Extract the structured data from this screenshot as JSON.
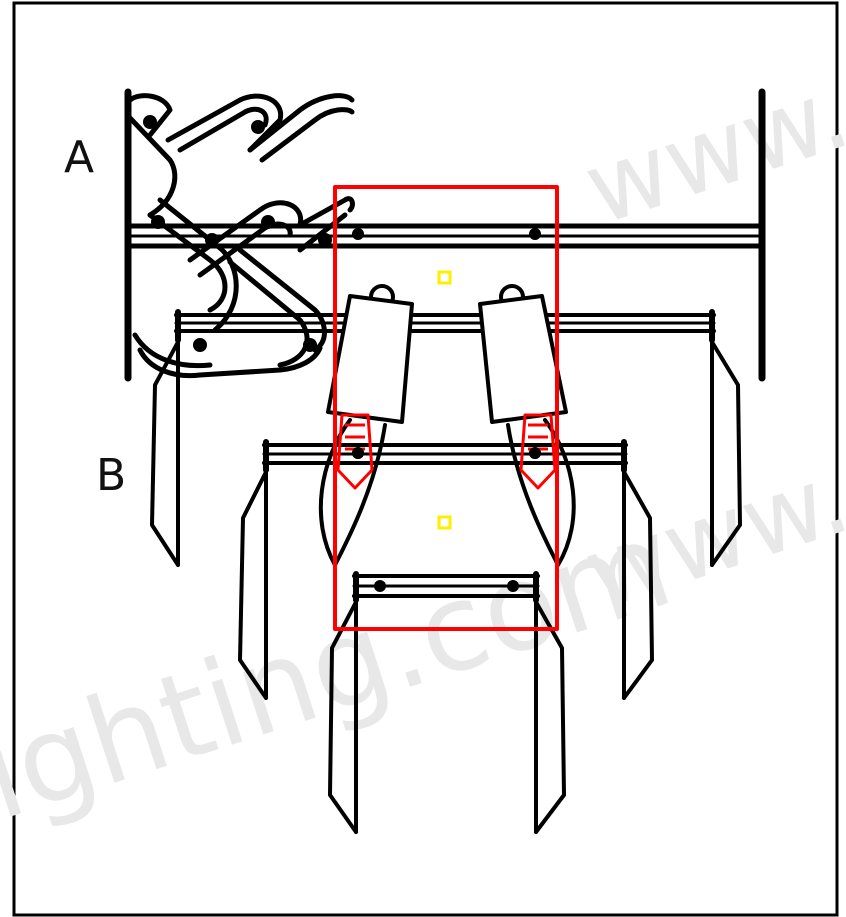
{
  "labels": {
    "a": "A",
    "b": "B"
  },
  "watermark": {
    "line1": "www.",
    "line2": "ighting.com",
    "line3": "www."
  },
  "colors": {
    "outline": "#000000",
    "highlight": "#ff0000",
    "center_marker": "#ffee00",
    "border": "#000000"
  }
}
